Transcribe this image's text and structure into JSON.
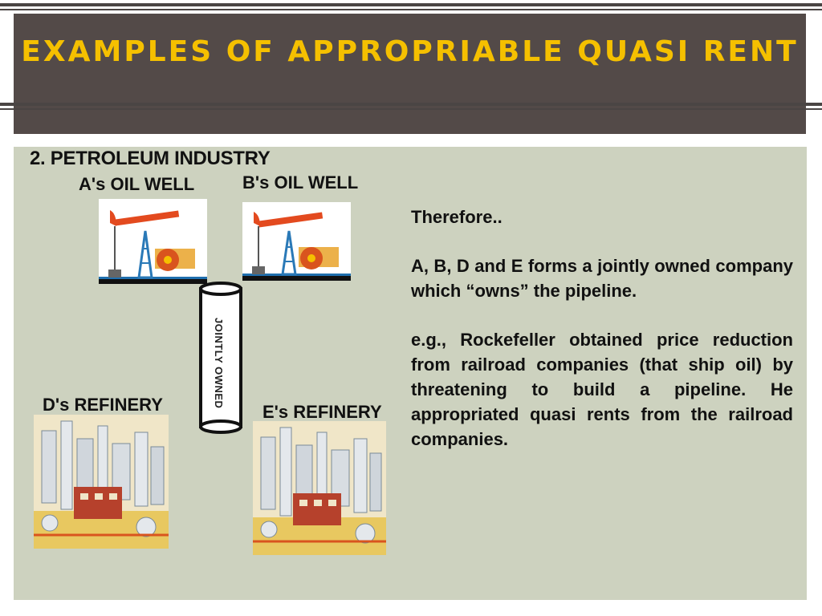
{
  "slide": {
    "title": "EXAMPLES OF APPROPRIABLE QUASI RENT",
    "heading": "2. PETROLEUM INDUSTRY",
    "labels": {
      "a_well": "A's OIL WELL",
      "b_well": "B's OIL WELL",
      "d_refinery": "D's REFINERY",
      "e_refinery": "E's REFINERY",
      "pipe": "JOINTLY OWNED"
    },
    "paragraphs": {
      "p1": "Therefore..",
      "p2": "A, B, D and E forms a jointly owned company which “owns” the pipeline.",
      "p3": "e.g., Rockefeller obtained price reduction from railroad companies (that ship oil) by threatening to build a pipeline. He appropriated quasi rents from the railroad companies."
    }
  },
  "colors": {
    "title": "#f5c000",
    "title_band": "#534a48",
    "content_bg": "#cdd2bf"
  },
  "icons": [
    "oil-pump-icon",
    "refinery-icon",
    "pipeline-icon"
  ]
}
